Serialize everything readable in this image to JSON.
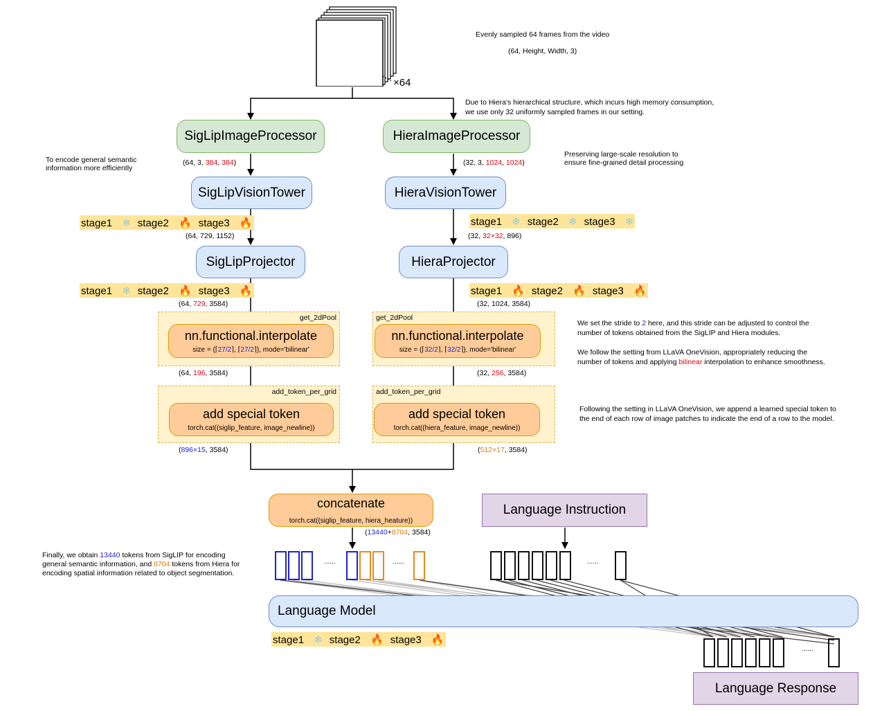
{
  "input": {
    "count_label": "×64",
    "note_line1": "Evenly sampled 64 frames from the video",
    "note_line2": "(64, Height, Width, 3)",
    "hiera_note_line1": "Due to Hiera's hierarchical structure, which incurs high memory consumption,",
    "hiera_note_line2": "we use only 32 uniformly sampled frames in our setting."
  },
  "siglip": {
    "processor": "SigLipImageProcessor",
    "shape1": {
      "a": "(64, 3, ",
      "b": "384",
      "c": ", ",
      "d": "384",
      "e": ")"
    },
    "tower": "SigLipVisionTower",
    "shape2": "(64, 729, 1152)",
    "projector": "SigLipProjector",
    "shape3": {
      "a": "(64, ",
      "b": "729",
      "c": ", 3584)"
    },
    "pool_label": "get_2dPool",
    "interp_title": "nn.functional.interpolate",
    "interp_sub": {
      "a": "size = (⌈",
      "b": "27/2",
      "c": "⌉, ⌈",
      "d": "27/2",
      "e": "⌉), mode='bilinear'"
    },
    "shape4": {
      "a": "(64, ",
      "b": "196",
      "c": ", 3584)"
    },
    "grid_label": "add_token_per_grid",
    "special_title": "add special token",
    "special_sub": "torch.cat((siglip_feature, image_newline))",
    "shape5": {
      "a": "(",
      "b": "896×15",
      "c": ", 3584)"
    }
  },
  "hiera": {
    "processor": "HieraImageProcessor",
    "shape1": {
      "a": "(32, 3, ",
      "b": "1024",
      "c": ", ",
      "d": "1024",
      "e": ")"
    },
    "tower": "HieraVisionTower",
    "shape2": {
      "a": "(32, ",
      "b": "32×32",
      "c": ", 896)"
    },
    "projector": "HieraProjector",
    "shape3": "(32, 1024, 3584)",
    "pool_label": "get_2dPool",
    "interp_title": "nn.functional.interpolate",
    "interp_sub": {
      "a": "size = (⌈",
      "b": "32/2",
      "c": "⌉, ⌈",
      "d": "32/2",
      "e": "⌉), mode='bilinear'"
    },
    "shape4": {
      "a": "(32, ",
      "b": "256",
      "c": ", 3584)"
    },
    "grid_label": "add_token_per_grid",
    "special_title": "add special token",
    "special_sub": "torch.cat((hiera_feature, image_newline))",
    "shape5": {
      "a": "(",
      "b": "512×17",
      "c": ", 3584)"
    }
  },
  "stages": {
    "s1": "stage1",
    "s2": "stage2",
    "s3": "stage3",
    "frozen": "❄",
    "fire": "🔥"
  },
  "concat": {
    "title": "concatenate",
    "sub": "torch.cat((siglip_feature, hiera_heature))",
    "shape": {
      "a": "(",
      "b": "13440",
      "c": "+",
      "d": "8704",
      "e": ", 3584)"
    }
  },
  "notes": {
    "left_encode_1": "To encode general semantic",
    "left_encode_2": "information more efficiently",
    "right_res_1": "Preserving large-scale resolution to",
    "right_res_2": "ensure fine-grained detail processing",
    "stride_1a": "We set the stride to ",
    "stride_1b": "2",
    "stride_1c": " here, and this stride can be adjusted to control the",
    "stride_2": "number of tokens obtained from the SigLIP and Hiera modules.",
    "follow_1": "We follow the setting from LLaVA OneVision, appropriately reducing the",
    "follow_2a": "number of tokens and applying ",
    "follow_2b": "bilinear",
    "follow_2c": " interpolation to enhance smoothness.",
    "special_1": "Following the setting in LLaVA OneVision, we append a learned special token to",
    "special_2": "the end of each row of image patches to indicate the end of a row to the model.",
    "final_1a": "Finally, we obtain ",
    "final_1b": "13440",
    "final_1c": " tokens from SigLIP for encoding",
    "final_2a": "general semantic information, and ",
    "final_2b": "8704",
    "final_2c": " tokens from Hiera for",
    "final_3": "encoding spatial information related to object segmentation."
  },
  "language": {
    "instruction": "Language Instruction",
    "model": "Language Model",
    "response": "Language Response",
    "dots": "......"
  },
  "colors": {
    "siglip_token": "#1f1fd6",
    "hiera_token": "#e8891c",
    "highlight": "#e3000f"
  }
}
